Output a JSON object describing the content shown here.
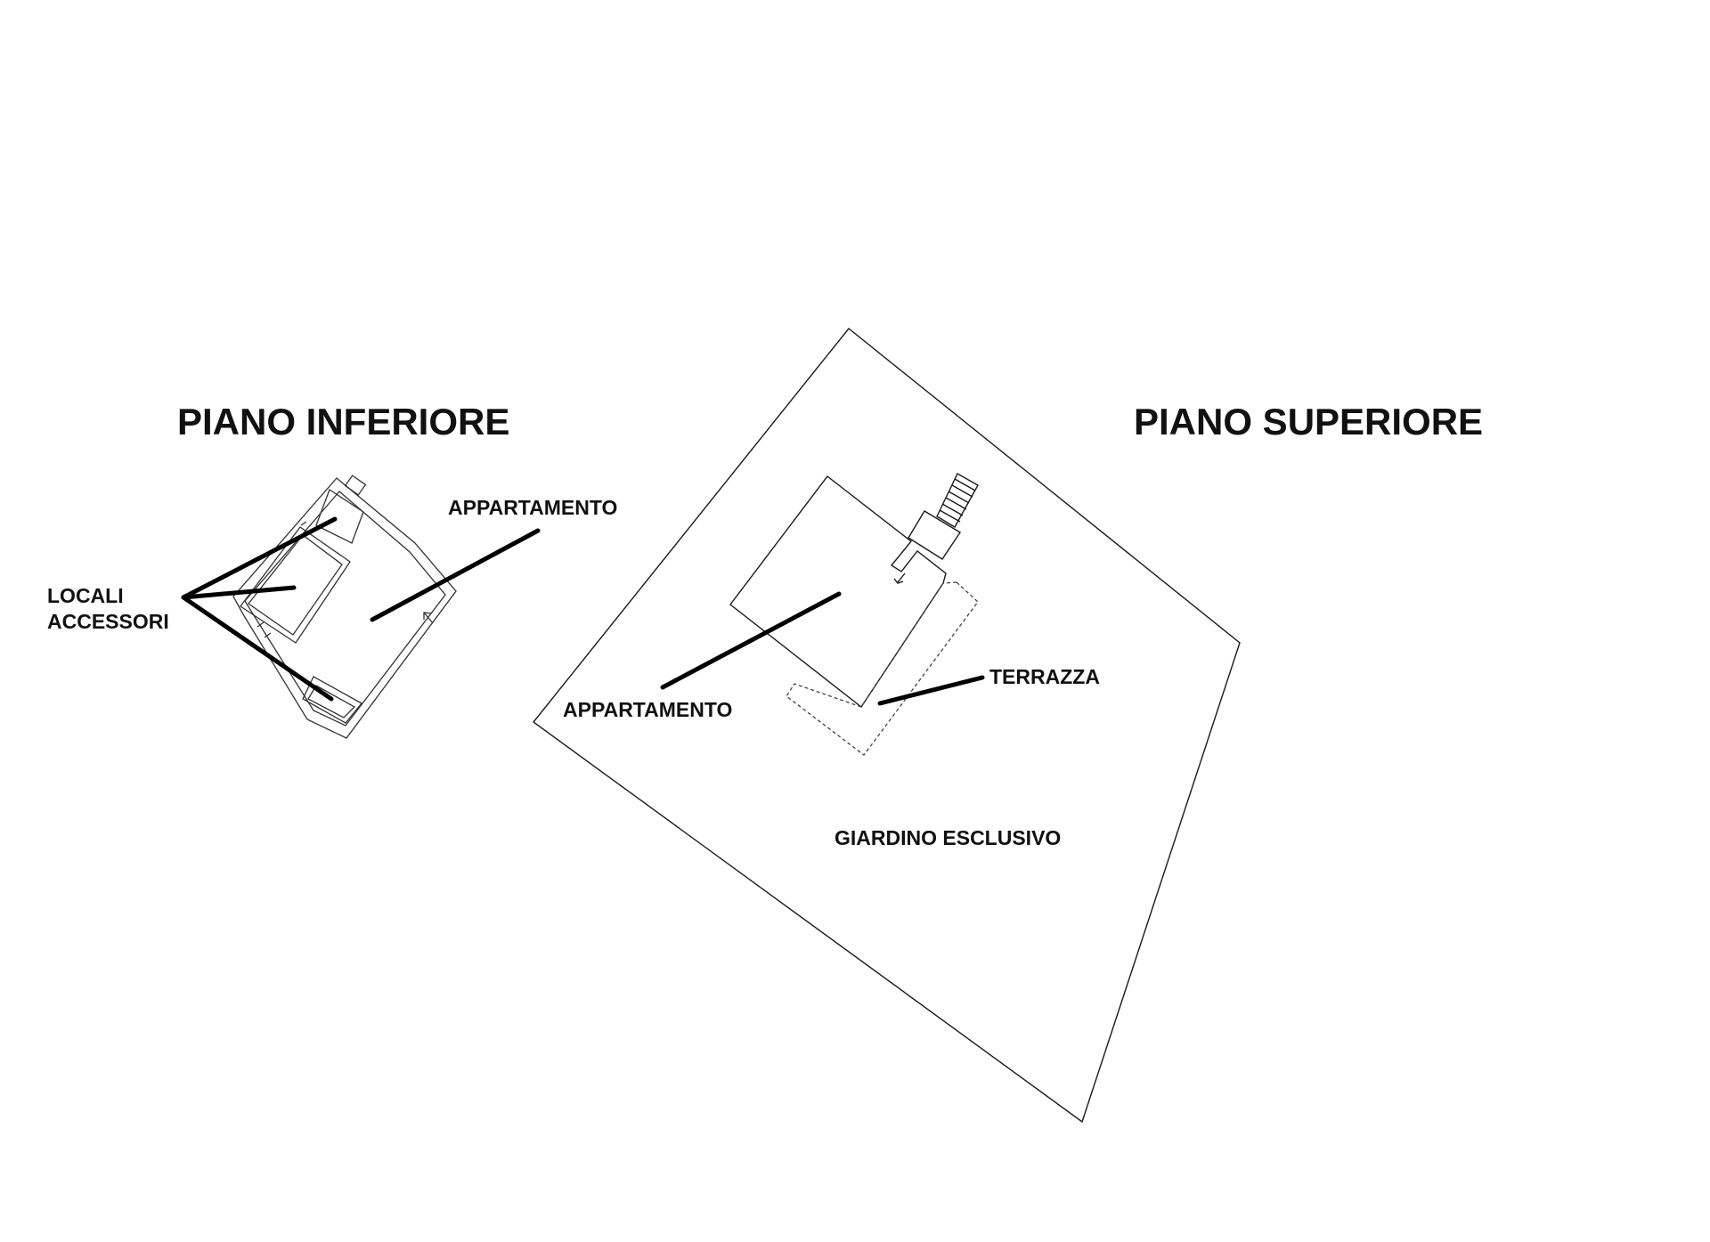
{
  "lower_floor": {
    "title": "PIANO INFERIORE",
    "label_appartamento": "APPARTAMENTO",
    "label_locali": "LOCALI",
    "label_accessori": "ACCESSORI"
  },
  "upper_floor": {
    "title": "PIANO SUPERIORE",
    "label_appartamento": "APPARTAMENTO",
    "label_terrazza": "TERRAZZA",
    "label_giardino": "GIARDINO ESCLUSIVO"
  },
  "colors": {
    "line": "#1a1a1a",
    "leader": "#000000",
    "background": "#ffffff"
  }
}
